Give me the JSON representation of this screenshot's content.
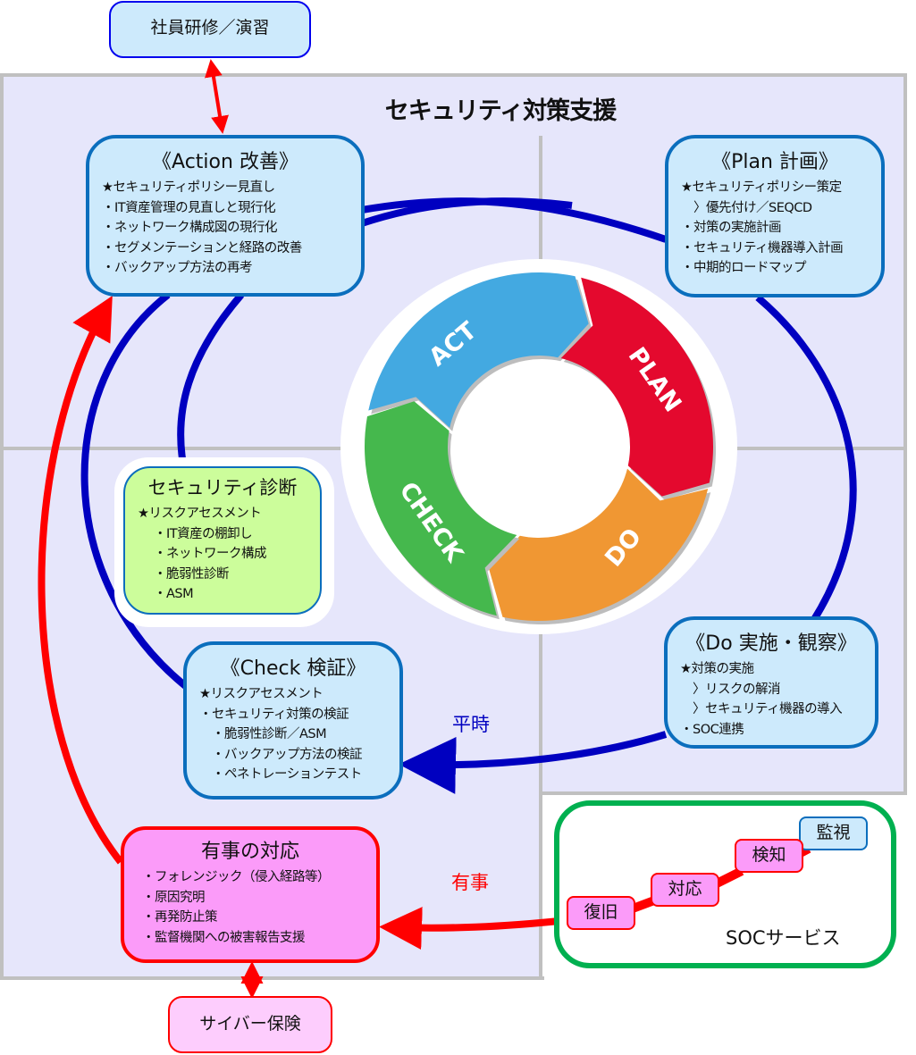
{
  "title": "セキュリティ対策支援",
  "colors": {
    "background_panel": "#e6e6fb",
    "phase_fill": "#cdeafc",
    "phase_border": "#0b6ebd",
    "normal_flow": "#0000c0",
    "emergency_flow": "#ff0000",
    "diag_fill": "#ccfd9b",
    "emergency_fill": "#fb9bf9",
    "soc_border": "#00b050",
    "act": "#43a9e1",
    "plan": "#e4092e",
    "do": "#f09733",
    "check": "#45b84d"
  },
  "external": {
    "training": "社員研修／演習",
    "insurance": "サイバー保険"
  },
  "phases": {
    "action": {
      "title": "《Action 改善》",
      "items": [
        {
          "text": "★セキュリティポリシー見直し",
          "indent": false
        },
        {
          "text": "・IT資産管理の見直しと現行化",
          "indent": false
        },
        {
          "text": "・ネットワーク構成図の現行化",
          "indent": false
        },
        {
          "text": "・セグメンテーションと経路の改善",
          "indent": false
        },
        {
          "text": "・バックアップ方法の再考",
          "indent": false
        }
      ]
    },
    "plan": {
      "title": "《Plan 計画》",
      "items": [
        {
          "text": "★セキュリティポリシー策定",
          "indent": false
        },
        {
          "text": "〉優先付け／SEQCD",
          "indent": true
        },
        {
          "text": "・対策の実施計画",
          "indent": false
        },
        {
          "text": "・セキュリティ機器導入計画",
          "indent": false
        },
        {
          "text": "・中期的ロードマップ",
          "indent": false
        }
      ]
    },
    "do": {
      "title": "《Do 実施・観察》",
      "items": [
        {
          "text": "★対策の実施",
          "indent": false
        },
        {
          "text": "〉リスクの解消",
          "indent": true
        },
        {
          "text": "〉セキュリティ機器の導入",
          "indent": true
        },
        {
          "text": "・SOC連携",
          "indent": false
        }
      ]
    },
    "check": {
      "title": "《Check 検証》",
      "items": [
        {
          "text": "★リスクアセスメント",
          "indent": false
        },
        {
          "text": "・セキュリティ対策の検証",
          "indent": false
        },
        {
          "text": "・脆弱性診断／ASM",
          "indent": true
        },
        {
          "text": "・バックアップ方法の検証",
          "indent": true
        },
        {
          "text": "・ペネトレーションテスト",
          "indent": true
        }
      ]
    }
  },
  "diagnosis": {
    "title": "セキュリティ診断",
    "items": [
      {
        "text": "★リスクアセスメント",
        "indent": false
      },
      {
        "text": "・IT資産の棚卸し",
        "indent": true
      },
      {
        "text": "・ネットワーク構成",
        "indent": true
      },
      {
        "text": "・脆弱性診断",
        "indent": true
      },
      {
        "text": "・ASM",
        "indent": true
      }
    ]
  },
  "emergency": {
    "title": "有事の対応",
    "items": [
      "・フォレンジック（侵入経路等）",
      "・原因究明",
      "・再発防止策",
      "・監督機関への被害報告支援"
    ]
  },
  "states": {
    "normal": "平時",
    "emergency": "有事"
  },
  "soc": {
    "label": "SOCサービス",
    "monitor": "監視",
    "steps": [
      "検知",
      "対応",
      "復旧"
    ]
  },
  "cycle": {
    "segments": [
      {
        "key": "act",
        "label": "ACT"
      },
      {
        "key": "plan",
        "label": "PLAN"
      },
      {
        "key": "do",
        "label": "DO"
      },
      {
        "key": "check",
        "label": "CHECK"
      }
    ]
  }
}
